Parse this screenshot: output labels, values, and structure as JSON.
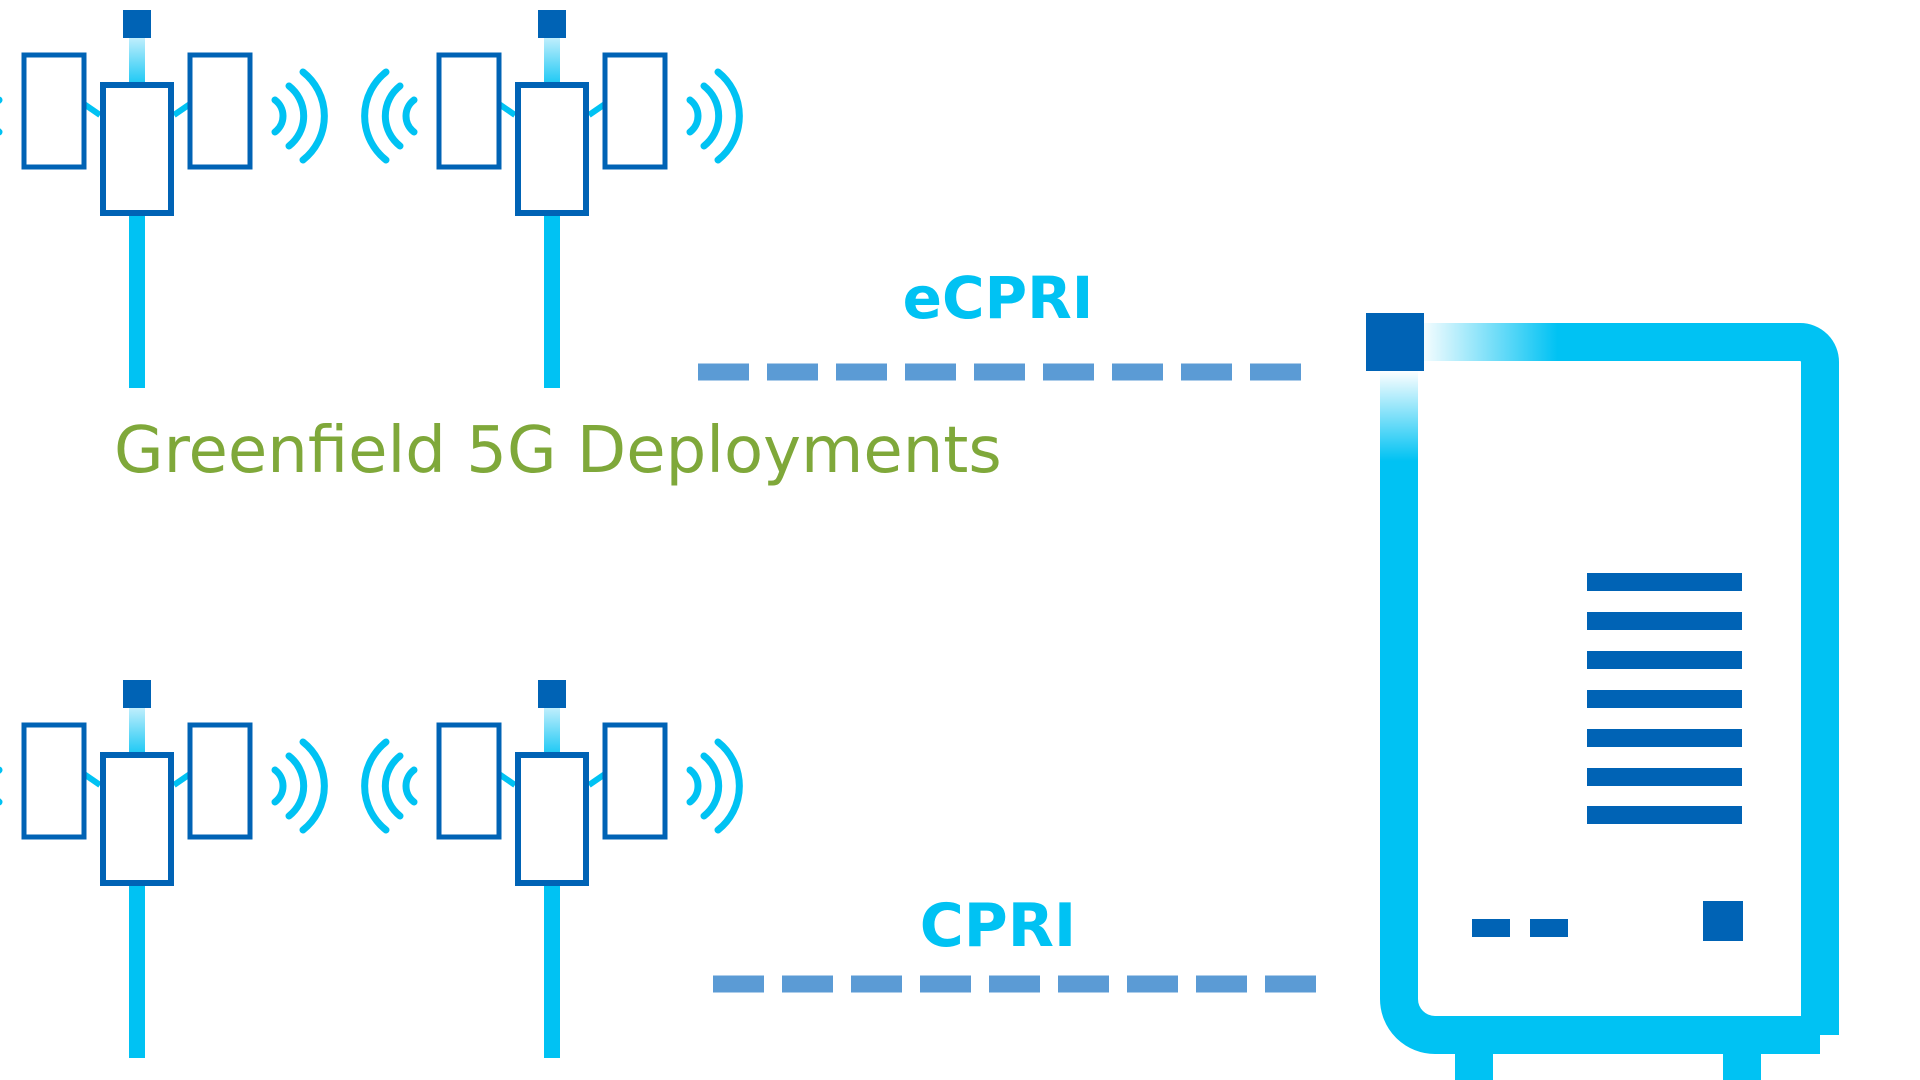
{
  "labels": {
    "ecpri": "eCPRI",
    "cpri": "CPRI",
    "greenfield": "Greenfield 5G Deployments"
  },
  "colors": {
    "cyan": "#00c2f3",
    "dark_blue": "#0063b5",
    "dash_blue": "#5b9bd5",
    "green": "#7fa83a",
    "background": "#ffffff"
  },
  "icons": {
    "towers": [
      "cell-tower-icon",
      "cell-tower-icon",
      "cell-tower-icon",
      "cell-tower-icon"
    ],
    "server": "server-rack-icon",
    "links": [
      "ecpri-dashed-link",
      "cpri-dashed-link"
    ]
  }
}
